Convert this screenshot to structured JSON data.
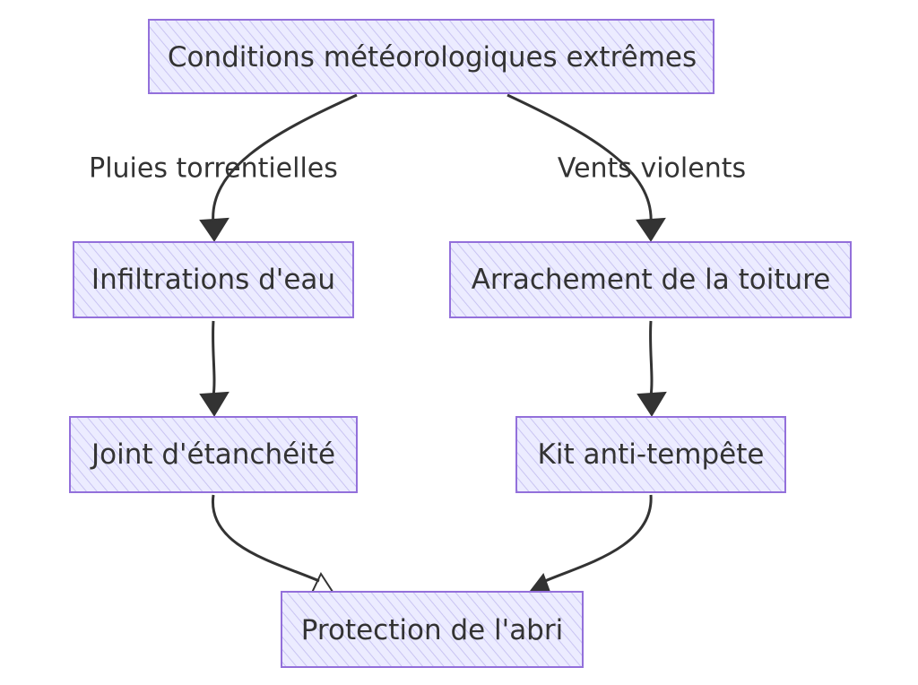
{
  "colors": {
    "node_fill": "#ececff",
    "node_stroke": "#9370db",
    "edge": "#333333",
    "text": "#333333"
  },
  "nodes": {
    "conditions": "Conditions météorologiques extrêmes",
    "infiltrations": "Infiltrations d'eau",
    "arrachement": "Arrachement de la toiture",
    "joint": "Joint d'étanchéité",
    "kit": "Kit anti-tempête",
    "protection": "Protection de l'abri"
  },
  "edges": {
    "pluies": "Pluies torrentielles",
    "vents": "Vents violents"
  }
}
